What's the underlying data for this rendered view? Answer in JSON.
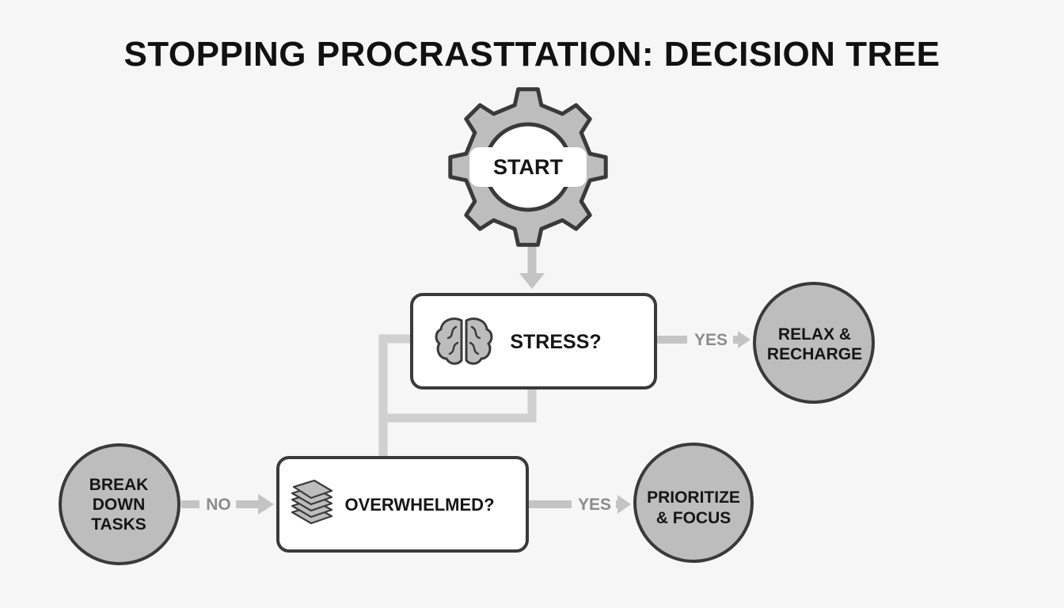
{
  "title": "STOPPING PROCRASTTATION: DECISION TREE",
  "nodes": {
    "start": {
      "label": "START",
      "icon": "gear-icon"
    },
    "stress": {
      "label": "STRESS?",
      "icon": "brain-icon"
    },
    "relax": {
      "line1": "RELAX &",
      "line2": "RECHARGE"
    },
    "overwhelmed": {
      "label": "OVERWHELMED?",
      "icon": "stacked-papers-icon"
    },
    "break_down": {
      "line1": "BREAK",
      "line2": "DOWN",
      "line3": "TASKS"
    },
    "prioritize": {
      "line1": "PRIORITIZE",
      "line2": "& FOCUS"
    }
  },
  "edges": {
    "stress_yes": "YES",
    "overwhelmed_yes": "YES",
    "overwhelmed_no": "NO"
  },
  "colors": {
    "background": "#f6f6f6",
    "node_fill": "#bdbdbd",
    "node_stroke": "#3a3a3a",
    "connector": "#c4c4c4",
    "box_fill": "#ffffff"
  }
}
